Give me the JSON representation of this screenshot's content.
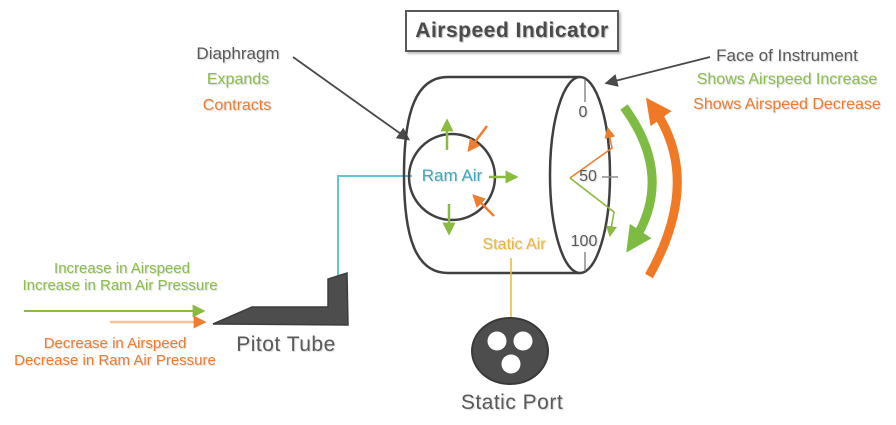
{
  "title": "Airspeed Indicator",
  "labels": {
    "diaphragm": "Diaphragm",
    "expands": "Expands",
    "contracts": "Contracts",
    "face_of_instrument": "Face of Instrument",
    "shows_increase": "Shows Airspeed Increase",
    "shows_decrease": "Shows Airspeed Decrease",
    "ram_air": "Ram Air",
    "static_air": "Static Air",
    "static_port": "Static Port",
    "pitot_tube": "Pitot Tube",
    "increase_line1": "Increase in Airspeed",
    "increase_line2": "Increase in Ram Air Pressure",
    "decrease_line1": "Decrease in Airspeed",
    "decrease_line2": "Decrease in Ram Air Pressure"
  },
  "gauge": {
    "ticks": [
      "0",
      "50",
      "100"
    ]
  },
  "colors": {
    "green": "#8CBE4C",
    "green_arrow": "#8ABA3E",
    "green_arc": "#7EBB42",
    "orange": "#ED7D31",
    "orange_arc": "#F07926",
    "orange_faded_line": "#F5C49E",
    "teal_text": "#3FA9BC",
    "teal_pipe": "#62C4D6",
    "gold": "#EAB73C",
    "gray_text": "#595959",
    "dark_shape": "#4D4D4D",
    "outline": "#404040"
  }
}
